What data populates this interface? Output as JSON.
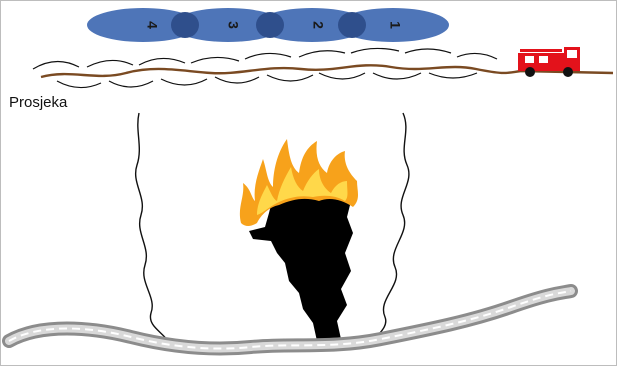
{
  "zones": [
    {
      "label": "4",
      "color": "#4e75b8"
    },
    {
      "label": "3",
      "color": "#4e75b8"
    },
    {
      "label": "2",
      "color": "#4e75b8"
    },
    {
      "label": "1",
      "color": "#4e75b8"
    }
  ],
  "firebreak_label": "Prosjeka",
  "colors": {
    "zone_fill": "#4e75b8",
    "zone_overlap": "#2f4f8c",
    "hose": "#7a4a22",
    "truck_red": "#e3121b",
    "burned_area": "#000000",
    "flame_outer": "#f7a21b",
    "flame_inner": "#ffd84a",
    "road_edge": "#8c8c8c",
    "road_dash": "#ffffff"
  },
  "icons": [
    "fire-truck-icon",
    "fire-icon"
  ]
}
